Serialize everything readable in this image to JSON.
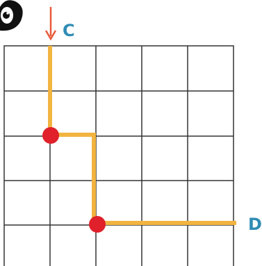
{
  "labels": {
    "start": "C",
    "end": "D"
  },
  "grid": {
    "columns": 5,
    "rows": 5
  },
  "colors": {
    "grid_line": "#333333",
    "path": "#f2b440",
    "dot": "#e0202a",
    "arrow": "#e85a3a",
    "label": "#2f8cb4"
  },
  "icons": {
    "corner_fragment": "eye-face-icon",
    "start_arrow": "down-arrow-icon"
  }
}
